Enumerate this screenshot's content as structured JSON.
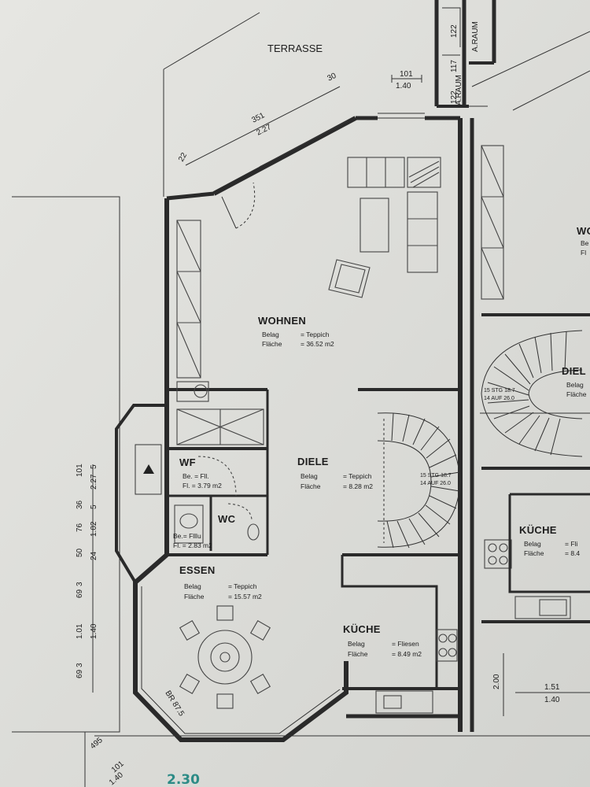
{
  "plan": {
    "terrace": "TERRASSE",
    "rooms": {
      "wohnen": {
        "name": "WOHNEN",
        "belag_key": "Belag",
        "belag_val": "= Teppich",
        "flaeche_key": "Fläche",
        "flaeche_val": "= 36.52 m2"
      },
      "diele": {
        "name": "DIELE",
        "belag_key": "Belag",
        "belag_val": "= Teppich",
        "flaeche_key": "Fläche",
        "flaeche_val": "= 8.28 m2"
      },
      "wf": {
        "name": "WF",
        "line1": "Be. = Fll.",
        "line2": "Fl. = 3.79 m2"
      },
      "wc": {
        "name": "WC",
        "line1": "Be.= Flllu",
        "line2": "Fl. = 2.83 m2"
      },
      "essen": {
        "name": "ESSEN",
        "belag_key": "Belag",
        "belag_val": "= Teppich",
        "flaeche_key": "Fläche",
        "flaeche_val": "= 15.57 m2"
      },
      "kueche": {
        "name": "KÜCHE",
        "belag_key": "Belag",
        "belag_val": "= Fliesen",
        "flaeche_key": "Fläche",
        "flaeche_val": "= 8.49 m2"
      }
    },
    "neighbor": {
      "kueche": {
        "name": "KÜCHE",
        "belag_key": "Belag",
        "belag_val": "= Fli",
        "flaeche_key": "Fläche",
        "flaeche_val": "= 8.4"
      },
      "diele": {
        "name": "DIEL",
        "belag_key": "Belag",
        "flaeche_key": "Fläche"
      },
      "wohnen": {
        "name": "WO",
        "belag_key": "Be",
        "flaeche_key": "Fl"
      }
    },
    "raum_top": "A.RAUM",
    "raum_mid": "A.RAUM",
    "stairs_right": {
      "line1": "15 STG 18.7",
      "line2": "14 AUF 26.0"
    },
    "stairs_left": {
      "line1": "15 STG 18.7",
      "line2": "14 AUF 26.0"
    },
    "br": "BR 87.5",
    "dims": {
      "top_101": "101",
      "top_140": "1.40",
      "d351": "351",
      "d227": "2.27",
      "d30": "30",
      "d22": "22",
      "v122a": "122",
      "v122b": "122",
      "v117": "117",
      "left": [
        "101",
        "2.27",
        "36",
        "76",
        "1.02",
        "50",
        "24",
        "69",
        "1.01",
        "1.40",
        "69"
      ],
      "left_sup": [
        "5",
        "5",
        "3",
        "3"
      ],
      "b200": "2.00",
      "b151": "1.51",
      "b140": "1.40",
      "bl_495": "495",
      "bl_101": "101",
      "bl_140": "1.40"
    },
    "handwritten": "2.30"
  }
}
